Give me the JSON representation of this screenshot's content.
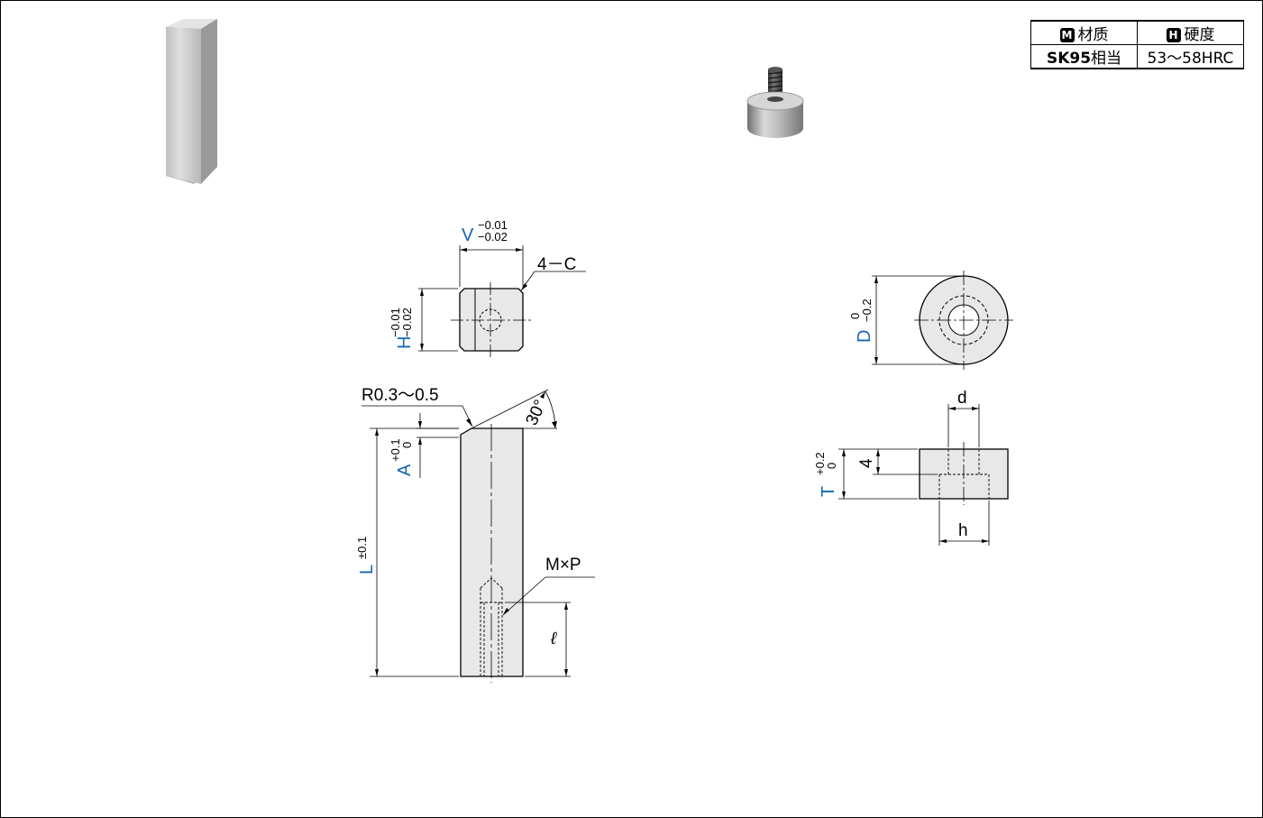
{
  "spec_table": {
    "material_badge": "M",
    "material_header": "材质",
    "hardness_badge": "H",
    "hardness_header": "硬度",
    "material_value_bold": "SK95",
    "material_value_suffix": "相当",
    "hardness_value": "53～58HRC"
  },
  "front_view": {
    "V_label": "V",
    "V_tol_upper": "−0.01",
    "V_tol_lower": "−0.02",
    "chamfer": "4－C",
    "H_label": "H",
    "H_tol_upper": "−0.01",
    "H_tol_lower": "−0.02"
  },
  "side_view": {
    "radius": "R0.3～0.5",
    "angle": "30°",
    "A_label": "A",
    "A_tol_upper": "+0.1",
    "A_tol_lower": "0",
    "L_label": "L",
    "L_tol": "±0.1",
    "thread": "M×P",
    "thread_depth": "ℓ"
  },
  "plug": {
    "D_label": "D",
    "D_tol_upper": "0",
    "D_tol_lower": "−0.2",
    "d_label": "d",
    "four": "4",
    "T_label": "T",
    "T_tol_upper": "+0.2",
    "T_tol_lower": "0",
    "h_label": "h"
  },
  "colors": {
    "dimension_blue": "#1566b0",
    "part_fill": "#e8e8e8"
  }
}
